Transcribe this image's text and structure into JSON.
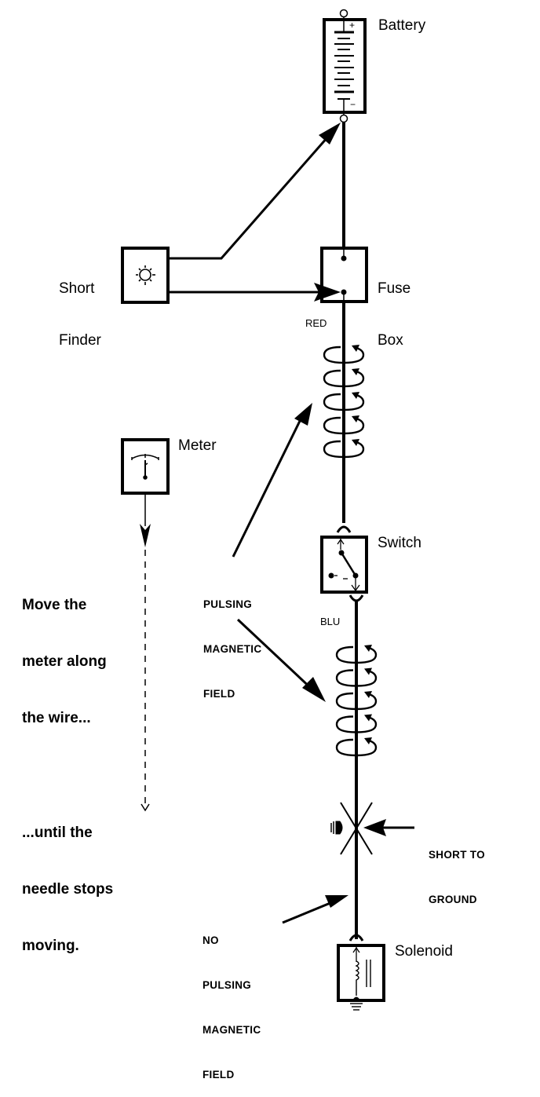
{
  "diagram": {
    "title": "Short circuit locating with short finder and meter",
    "components": {
      "battery": {
        "label": "Battery",
        "positive": "+",
        "negative": "−"
      },
      "short_finder": {
        "label_lines": [
          "Short",
          "Finder"
        ],
        "icon": "lamp-icon"
      },
      "fuse_box": {
        "label_lines": [
          "Fuse",
          "Box"
        ]
      },
      "meter": {
        "label": "Meter",
        "icon": "gauge-needle-icon"
      },
      "switch": {
        "label": "Switch"
      },
      "solenoid": {
        "label": "Solenoid"
      }
    },
    "wire_labels": {
      "red": "RED",
      "blu": "BLU"
    },
    "annotations": {
      "pulsing_field": [
        "PULSING",
        "MAGNETIC",
        "FIELD"
      ],
      "no_pulsing_field": [
        "NO",
        "PULSING",
        "MAGNETIC",
        "FIELD"
      ],
      "short_to_ground": [
        "SHORT TO",
        "GROUND"
      ]
    },
    "instructions": {
      "start": [
        "Move the",
        "meter along",
        "the wire..."
      ],
      "end": [
        "...until the",
        "needle stops",
        "moving."
      ]
    },
    "colors": {
      "ink": "#000000",
      "background": "#ffffff"
    }
  }
}
